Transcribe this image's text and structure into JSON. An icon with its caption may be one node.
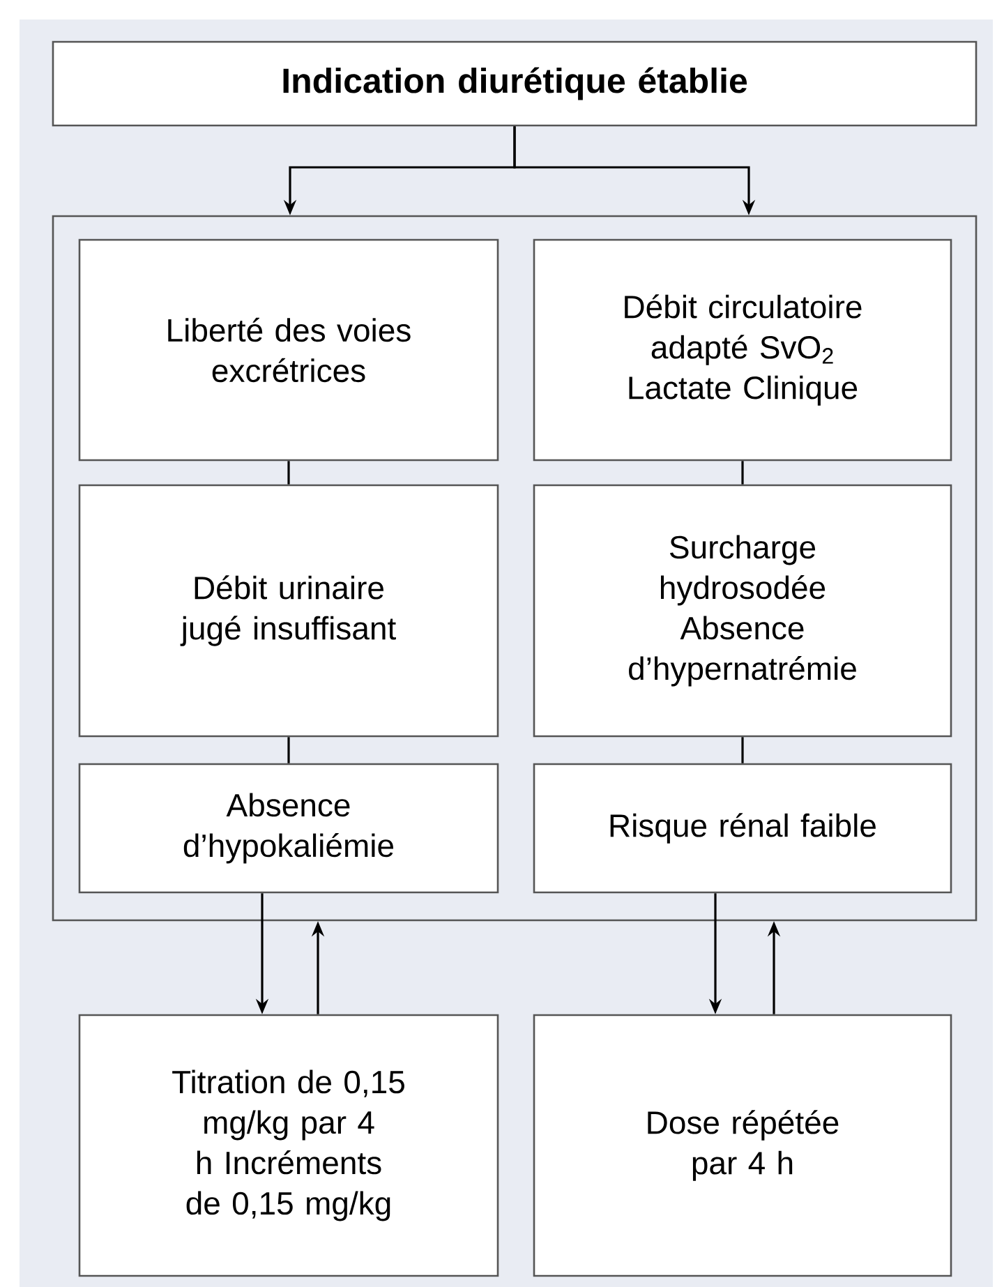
{
  "diagram": {
    "nodes": [
      {
        "text": [
          "Indication diurétique établie"
        ]
      },
      {
        "text": [],
        "shape": "box"
      },
      {
        "text": [
          "Liberté des voies excrétrices"
        ],
        "in": 1
      },
      {
        "text": [
          "Débit circulatoire adapté SvO$_{2}$ Lactate Clinique"
        ],
        "in": 1
      },
      {
        "text": [
          "Débit urinaire jugé insuffisant"
        ],
        "in": 1
      },
      {
        "text": [
          "Surcharge hydrosodée Absence d’hypernatrémie"
        ],
        "in": 1
      },
      {
        "text": [
          "Absence d’hypokaliémie"
        ],
        "in": 1
      },
      {
        "text": [
          "Risque rénal faible"
        ],
        "in": 1
      },
      {
        "text": [
          "Titration de 0,15 mg/kg par 4 h Incréments de 0,15 mg/kg"
        ]
      },
      {
        "text": [
          "Dose répétée par 4 h"
        ]
      }
    ],
    "edges": [
      {
        "from": 0,
        "to": 1,
        "arrow": "to"
      },
      {
        "from": 0,
        "to": 1,
        "arrow": "to"
      },
      {
        "from": 2,
        "to": 4,
        "arrow": "none"
      },
      {
        "from": 4,
        "to": 6,
        "arrow": "none"
      },
      {
        "from": 3,
        "to": 5,
        "arrow": "none"
      },
      {
        "from": 5,
        "to": 7,
        "arrow": "none"
      },
      {
        "from": 6,
        "to": 8,
        "arrow": "to"
      },
      {
        "from": 8,
        "to": 1,
        "arrow": "to"
      },
      {
        "from": 7,
        "to": 9,
        "arrow": "to"
      },
      {
        "from": 9,
        "to": 1,
        "arrow": "to"
      }
    ]
  }
}
